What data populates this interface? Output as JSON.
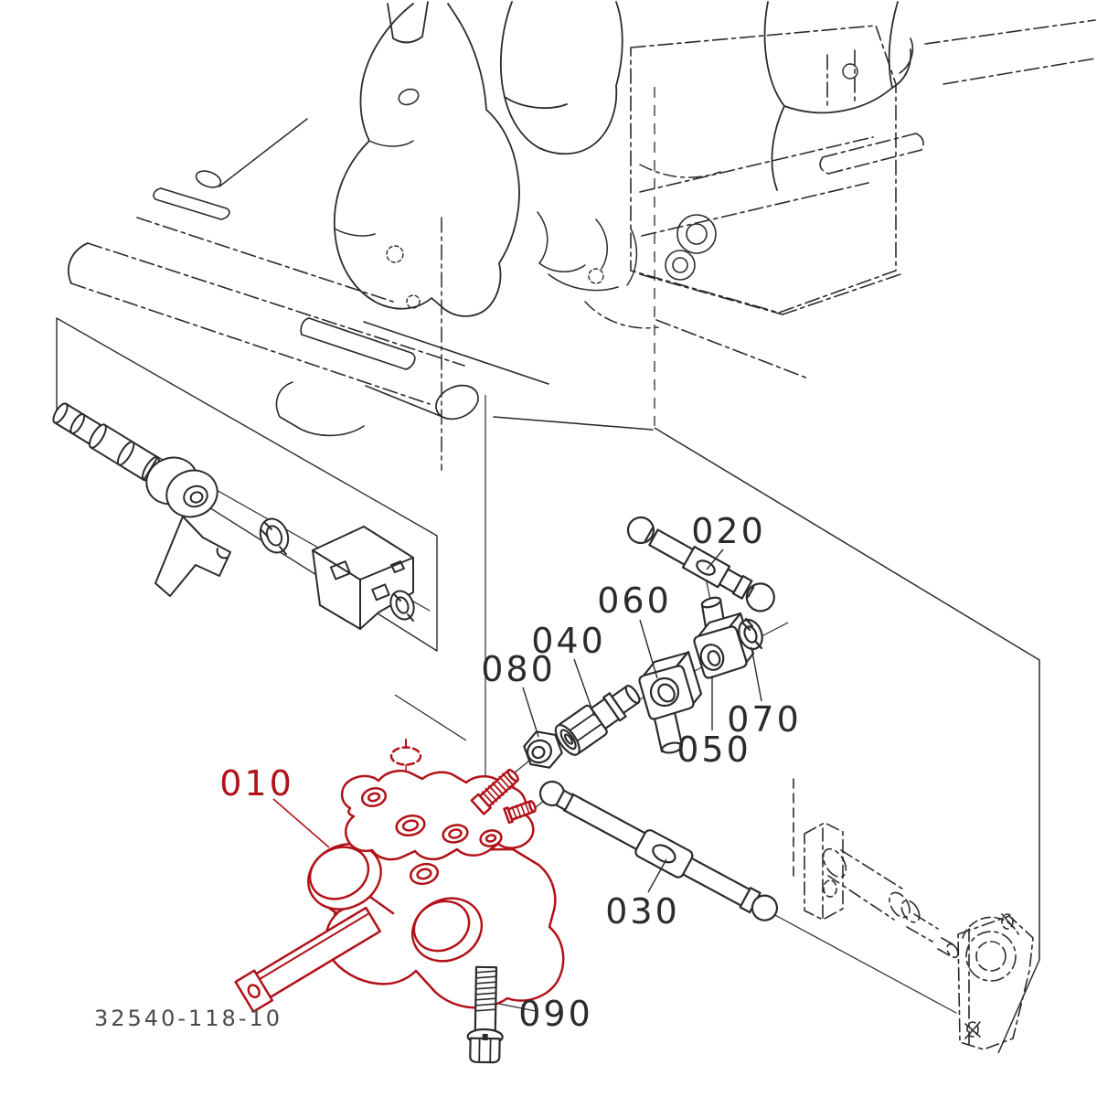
{
  "figure": {
    "type": "exploded-parts-diagram",
    "drawing_number": "32540-118-10",
    "colors": {
      "line": "#2b2b2b",
      "highlight_red": "#b11218",
      "background": "#ffffff"
    },
    "highlighted_callout": "010"
  },
  "callouts": {
    "c010": "010",
    "c020": "020",
    "c030": "030",
    "c040": "040",
    "c050": "050",
    "c060": "060",
    "c070": "070",
    "c080": "080",
    "c090": "090"
  }
}
